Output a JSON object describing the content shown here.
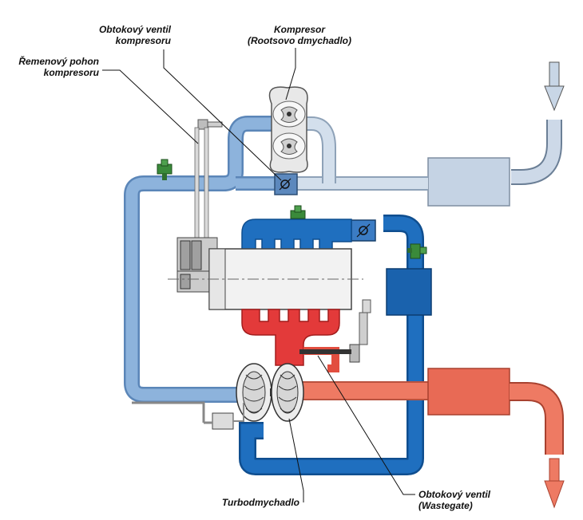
{
  "labels": {
    "bypass_valve_compressor": [
      "Obtokový ventil",
      "kompresoru"
    ],
    "compressor": [
      "Kompresor",
      "(Rootsovo dmychadlo)"
    ],
    "belt_drive": [
      "Řemenový pohon",
      "kompresoru"
    ],
    "turbocharger": "Turbodmychadlo",
    "wastegate": [
      "Obtokový ventil",
      "(Wastegate)"
    ]
  },
  "colors": {
    "intake_light": "#cdd9e8",
    "boost_blue": "#7aa7d6",
    "charge_blue": "#1f6fbf",
    "exhaust_red": "#e8735f",
    "manifold_red": "#e33a3a",
    "valve_green": "#3a8a3a"
  }
}
